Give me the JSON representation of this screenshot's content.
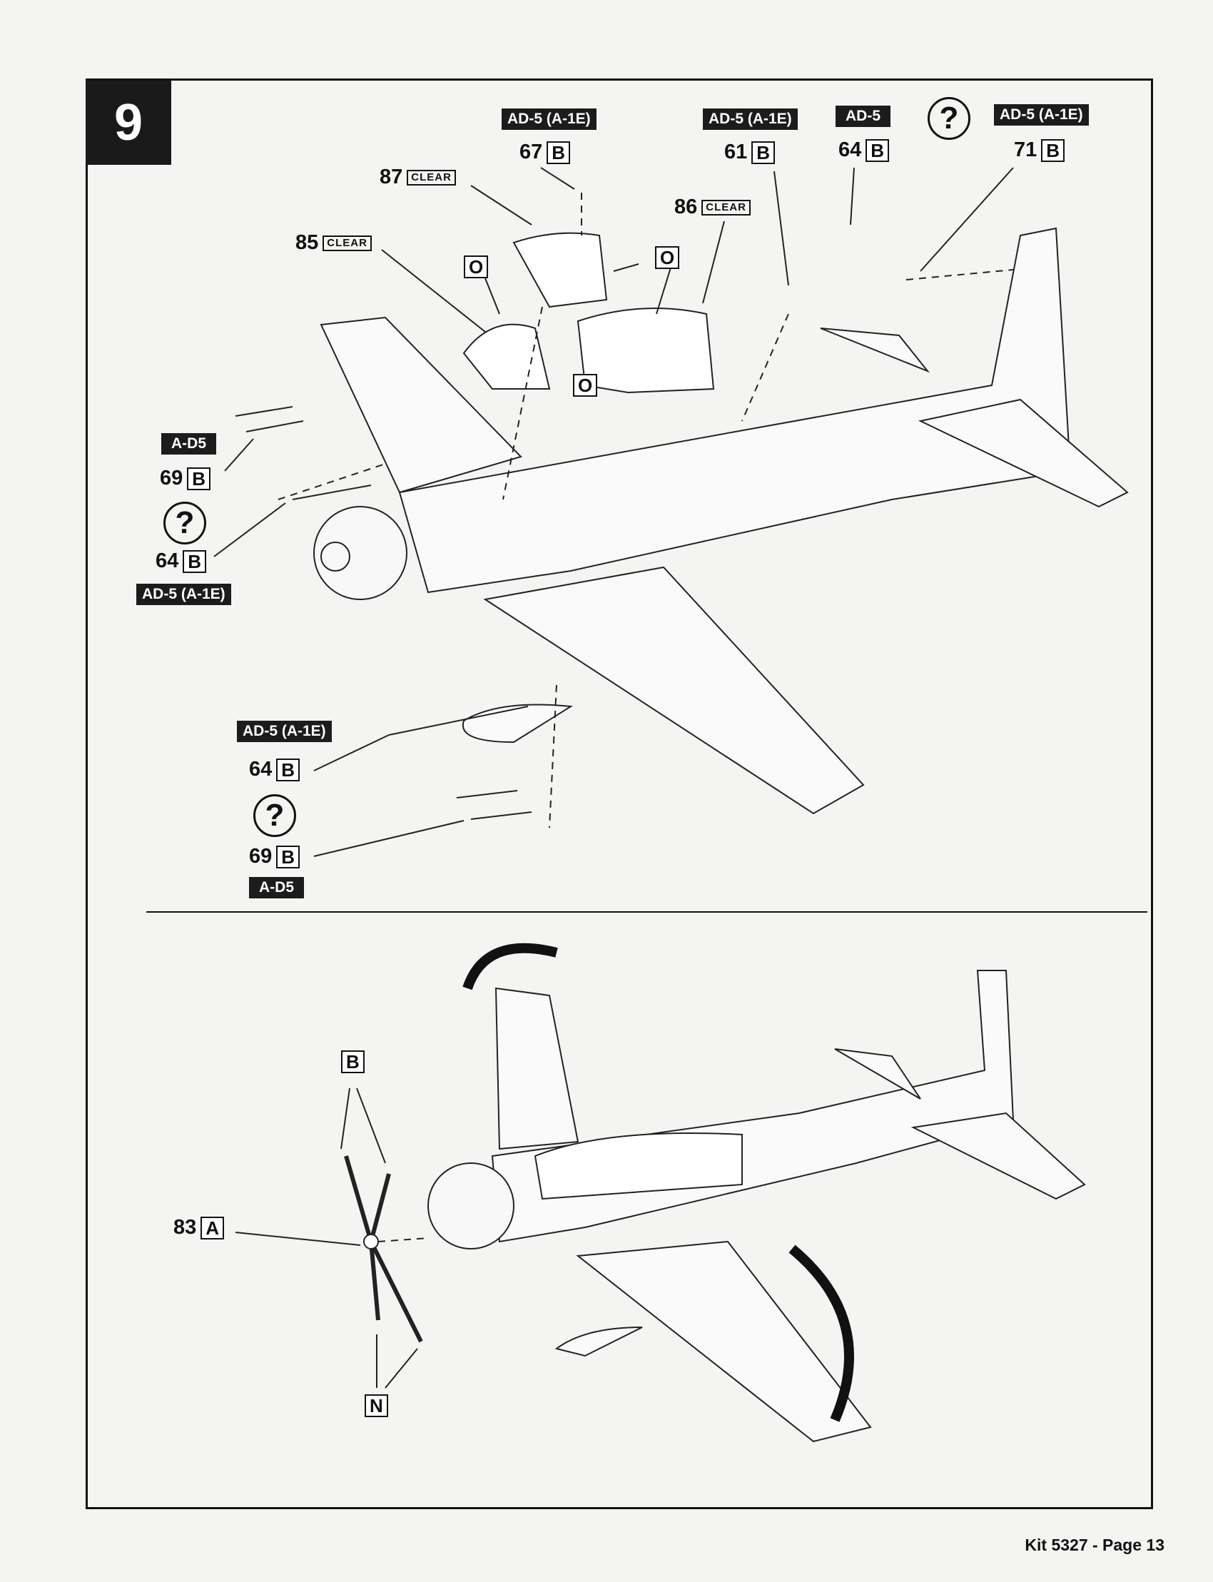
{
  "step_number": "9",
  "top_callouts": [
    {
      "variant": "AD-5 (A-1E)",
      "part": "67",
      "sprue": "B"
    },
    {
      "variant": "AD-5 (A-1E)",
      "part": "61",
      "sprue": "B"
    },
    {
      "variant": "AD-5",
      "part": "64",
      "sprue": "B"
    },
    {
      "variant": "AD-5 (A-1E)",
      "part": "71",
      "sprue": "B"
    }
  ],
  "clear_parts": [
    {
      "part": "87",
      "label": "CLEAR"
    },
    {
      "part": "85",
      "label": "CLEAR"
    },
    {
      "part": "86",
      "label": "CLEAR"
    }
  ],
  "option_markers": [
    "O",
    "O",
    "O"
  ],
  "question_mark": "?",
  "left_callouts": {
    "variant_top": "A-D5",
    "part_top": "69",
    "sprue_top": "B",
    "part_bottom": "64",
    "sprue_bottom": "B",
    "variant_bottom": "AD-5 (A-1E)"
  },
  "lower_left_callouts": {
    "variant_top": "AD-5 (A-1E)",
    "part_top": "64",
    "sprue_top": "B",
    "part_bottom": "69",
    "sprue_bottom": "B",
    "variant_bottom": "A-D5"
  },
  "propeller_callouts": {
    "blade_sprue": "B",
    "spinner_part": "83",
    "spinner_sprue": "A",
    "hub_sprue": "N"
  },
  "footer": "Kit 5327 - Page 13"
}
